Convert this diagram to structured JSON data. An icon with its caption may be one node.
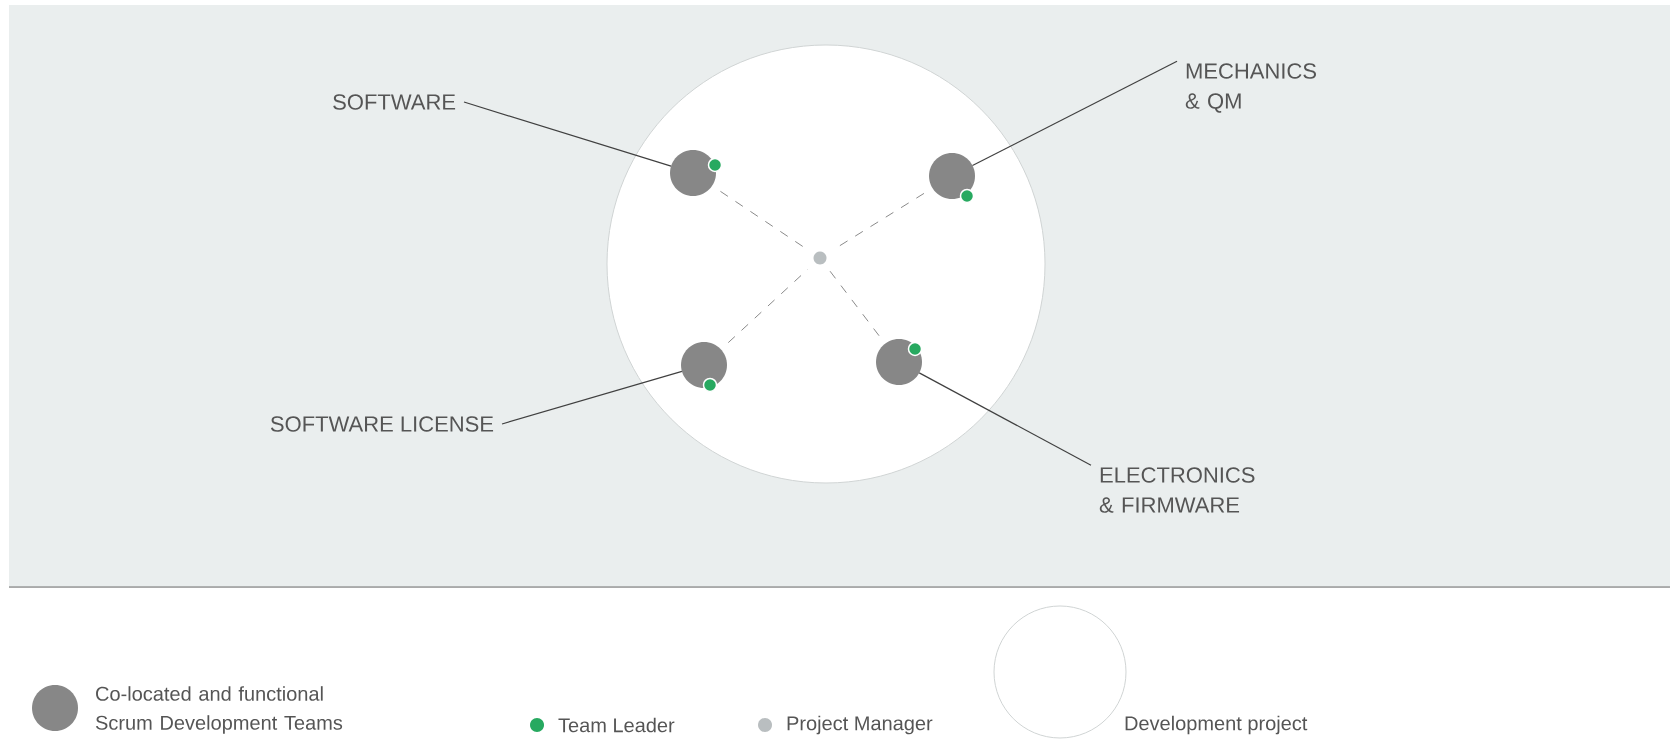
{
  "diagram": {
    "nodes": [
      {
        "text": [],
        "shape": "circle"
      },
      {
        "text": [],
        "shape": "circle",
        "in": 0
      },
      {
        "text": [],
        "shape": "circle",
        "in": 0
      },
      {
        "text": [],
        "shape": "circle",
        "in": 0
      },
      {
        "text": [],
        "shape": "circle",
        "in": 0
      },
      {
        "text": [],
        "shape": "circle",
        "in": 0
      },
      {
        "text": [
          "SOFTWARE"
        ]
      },
      {
        "text": [
          "MECHANICS & QM"
        ]
      },
      {
        "text": [
          "SOFTWARE LICENSE"
        ]
      },
      {
        "text": [
          "ELECTRONICS & FIRMWARE"
        ]
      }
    ],
    "edges": [
      {
        "from": 2,
        "to": 1,
        "arrow": "none",
        "style": "dashed",
        "color": "#8a8a8a"
      },
      {
        "from": 3,
        "to": 1,
        "arrow": "none",
        "style": "dashed",
        "color": "#8a8a8a"
      },
      {
        "from": 4,
        "to": 1,
        "arrow": "none",
        "style": "dashed",
        "color": "#8a8a8a"
      },
      {
        "from": 5,
        "to": 1,
        "arrow": "none",
        "style": "dashed",
        "color": "#8a8a8a"
      },
      {
        "from": 6,
        "to": 2,
        "arrow": "none"
      },
      {
        "from": 7,
        "to": 3,
        "arrow": "none"
      },
      {
        "from": 8,
        "to": 4,
        "arrow": "none"
      },
      {
        "from": 9,
        "to": 5,
        "arrow": "none"
      }
    ],
    "legend": [
      {
        "text": "Co-located and functional Scrum Development Teams",
        "color": "#878787"
      },
      {
        "text": "Team Leader",
        "color": "#27a960"
      },
      {
        "text": "Project Manager",
        "color": "#b9bec0"
      },
      {
        "text": "Development project"
      }
    ]
  }
}
